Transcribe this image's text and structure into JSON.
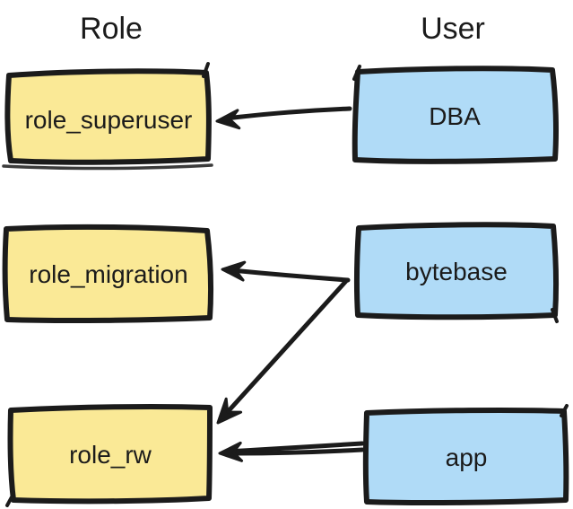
{
  "diagram": {
    "columns": [
      {
        "label": "Role"
      },
      {
        "label": "User"
      }
    ],
    "role_nodes": [
      {
        "id": "role_superuser",
        "label": "role_superuser"
      },
      {
        "id": "role_migration",
        "label": "role_migration"
      },
      {
        "id": "role_rw",
        "label": "role_rw"
      }
    ],
    "user_nodes": [
      {
        "id": "DBA",
        "label": "DBA"
      },
      {
        "id": "bytebase",
        "label": "bytebase"
      },
      {
        "id": "app",
        "label": "app"
      }
    ],
    "edges": [
      {
        "from": "DBA",
        "to": "role_superuser"
      },
      {
        "from": "bytebase",
        "to": "role_migration"
      },
      {
        "from": "bytebase",
        "to": "role_rw"
      },
      {
        "from": "app",
        "to": "role_rw"
      }
    ],
    "colors": {
      "role_node_fill": "#fae996",
      "user_node_fill": "#b0dbf7",
      "stroke": "#1b1b1b",
      "background": "#ffffff"
    }
  }
}
